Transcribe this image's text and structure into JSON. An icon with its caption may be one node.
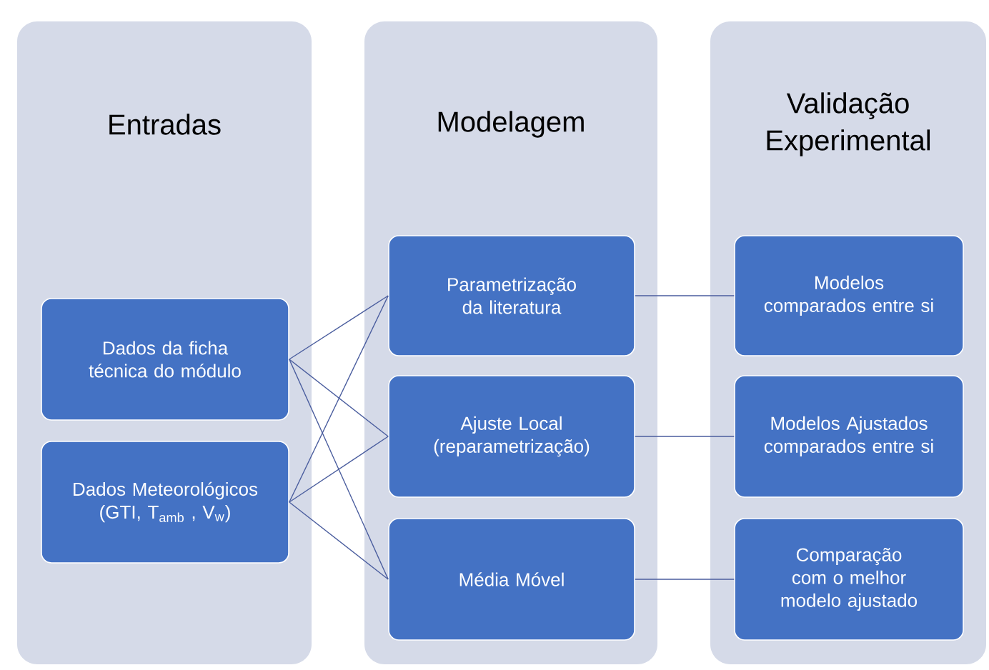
{
  "diagram": {
    "nodes": [
      {
        "text": [
          "Entradas"
        ]
      },
      {
        "text": [
          "Dados da ficha técnica do módulo"
        ],
        "in": 0
      },
      {
        "text": [
          "Dados Meteorológicos (GTI, T$_{amb}$ , V$_{w}$)"
        ],
        "in": 0
      },
      {
        "text": [
          "Modelagem"
        ]
      },
      {
        "text": [
          "Parametrização da literatura"
        ],
        "in": 3
      },
      {
        "text": [
          "Ajuste Local (reparametrização)"
        ],
        "in": 3
      },
      {
        "text": [
          "Média Móvel"
        ],
        "in": 3
      },
      {
        "text": [
          "Validação Experimental"
        ]
      },
      {
        "text": [
          "Modelos comparados entre si"
        ],
        "in": 7
      },
      {
        "text": [
          "Modelos Ajustados comparados entre si"
        ],
        "in": 7
      },
      {
        "text": [
          "Comparação com o melhor modelo ajustado"
        ],
        "in": 7
      }
    ],
    "edges": [
      {
        "from": 1,
        "to": 4,
        "arrow": "none"
      },
      {
        "from": 1,
        "to": 5,
        "arrow": "none"
      },
      {
        "from": 1,
        "to": 6,
        "arrow": "none"
      },
      {
        "from": 2,
        "to": 4,
        "arrow": "none"
      },
      {
        "from": 2,
        "to": 5,
        "arrow": "none"
      },
      {
        "from": 2,
        "to": 6,
        "arrow": "none"
      },
      {
        "from": 4,
        "to": 8,
        "arrow": "none"
      },
      {
        "from": 5,
        "to": 9,
        "arrow": "none"
      },
      {
        "from": 6,
        "to": 10,
        "arrow": "none"
      }
    ]
  }
}
